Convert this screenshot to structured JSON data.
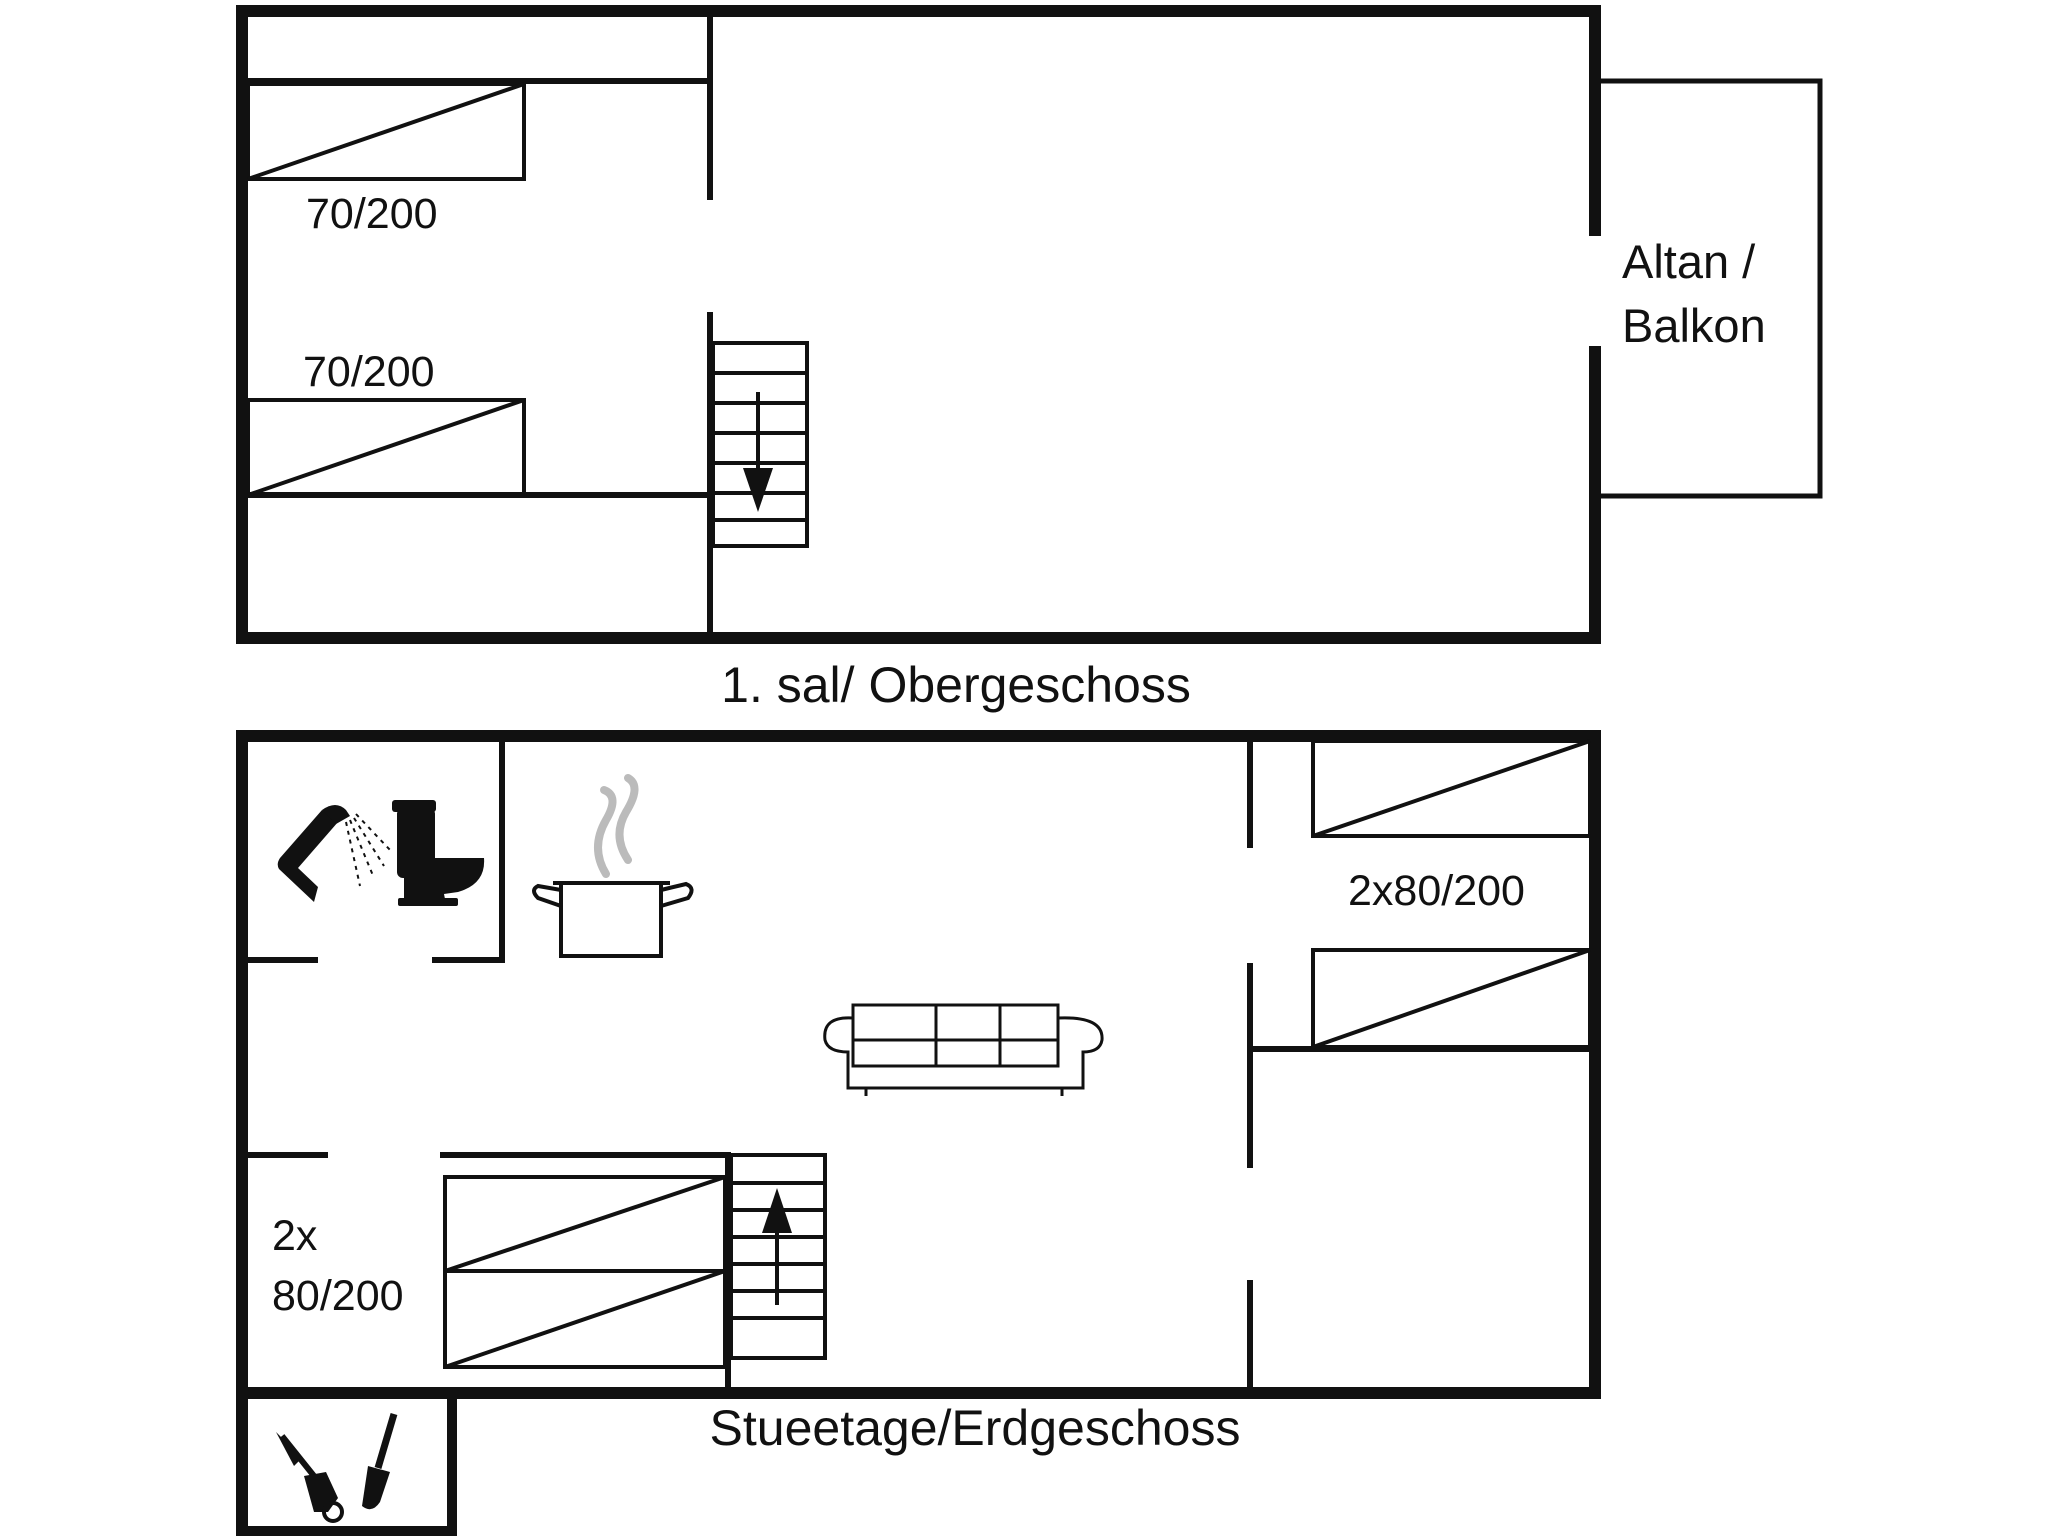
{
  "colors": {
    "ink": "#111111",
    "background": "#ffffff",
    "steam": "#bbbbbb"
  },
  "upper_floor": {
    "title": "1. sal/ Obergeschoss",
    "beds": [
      {
        "label": "70/200"
      },
      {
        "label": "70/200"
      }
    ],
    "balcony": {
      "label_line1": "Altan /",
      "label_line2": "Balkon"
    },
    "stairs": {
      "direction": "down"
    }
  },
  "ground_floor": {
    "title": "Stueetage/Erdgeschoss",
    "bed_groups": [
      {
        "label": "2x80/200"
      },
      {
        "label_line1": "2x",
        "label_line2": "80/200"
      }
    ],
    "stairs": {
      "direction": "up"
    },
    "icons": [
      "shower-icon",
      "toilet-icon",
      "cooking-pot-icon",
      "sofa-icon",
      "garden-tools-icon"
    ]
  }
}
